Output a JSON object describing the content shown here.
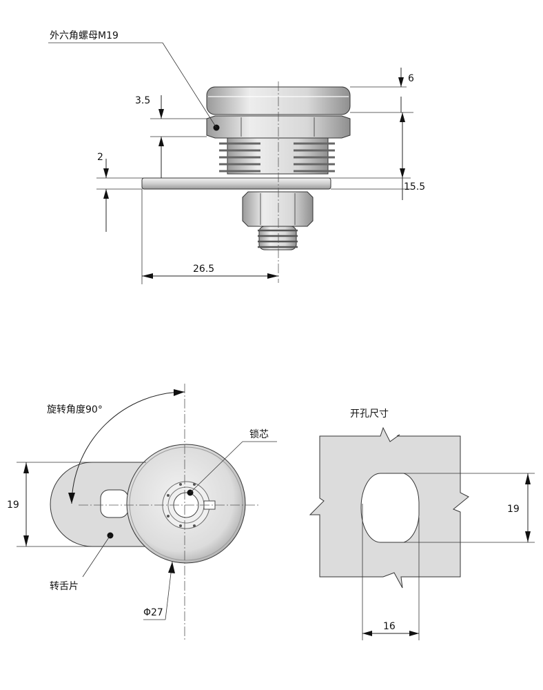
{
  "side_view": {
    "label_nut": "外六角螺母M19",
    "dim_top": "6",
    "dim_nut": "3.5",
    "dim_plate": "2",
    "dim_height": "15.5",
    "dim_width": "26.5"
  },
  "front_view": {
    "label_rotation": "旋转角度90°",
    "label_core": "锁芯",
    "label_tongue": "转舌片",
    "dim_height": "19",
    "dim_diameter": "Φ27"
  },
  "cutout_view": {
    "title": "开孔尺寸",
    "dim_height": "19",
    "dim_width": "16"
  },
  "colors": {
    "metal_light": "#e6e6e6",
    "metal_mid": "#bdbdbd",
    "metal_dark": "#8a8a8a",
    "panel": "#dcdcdc",
    "line": "#222222"
  }
}
